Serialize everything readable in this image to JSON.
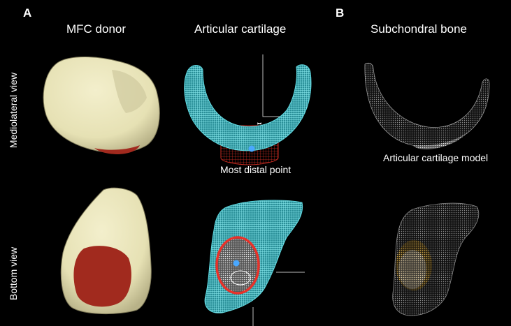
{
  "panels": {
    "a_label": "A",
    "b_label": "B"
  },
  "columns": {
    "mfc_donor": "MFC donor",
    "articular_cartilage": "Articular cartilage",
    "subchondral_bone": "Subchondral bone"
  },
  "rows": {
    "mediolateral": "Mediolateral view",
    "bottom": "Bottom view"
  },
  "annotations": {
    "most_distal_point": "Most distal point",
    "articular_cartilage_model": "Articular cartilage model"
  },
  "colors": {
    "bone": "#eeeac0",
    "defect_red": "#a12a1e",
    "cartilage_mesh": "#5fd8e0",
    "marker_blue": "#4aa8ff",
    "red_outline": "#e8322a",
    "gray_mesh": "#bdbdbd",
    "gold_mesh": "#c9a24a"
  }
}
